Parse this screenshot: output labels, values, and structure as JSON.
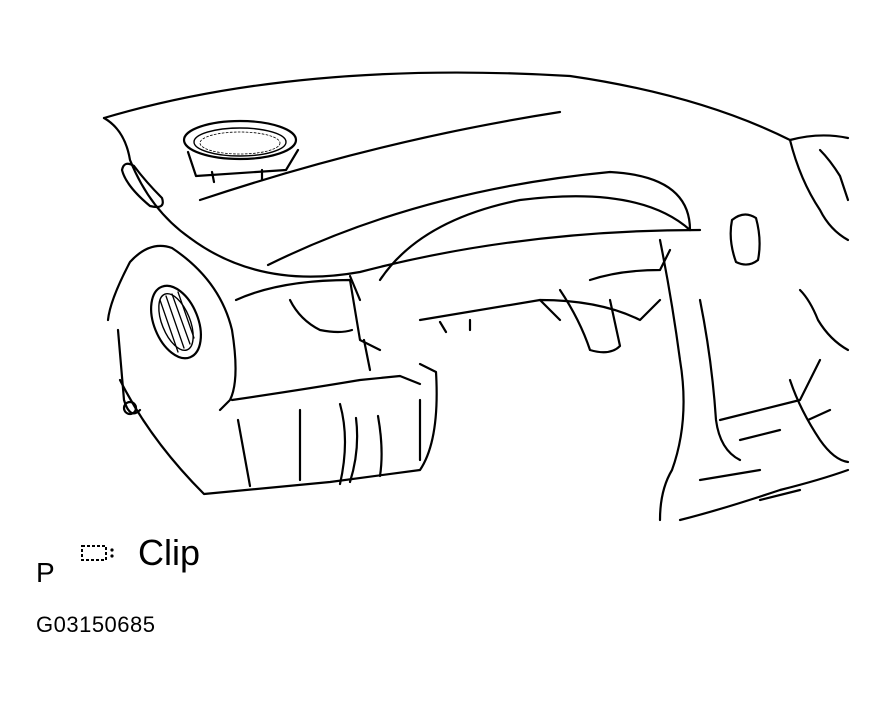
{
  "legend": {
    "marker_letter": "P",
    "clip_label": "Clip",
    "clip_icon": "dashed-clip-icon"
  },
  "figure_code": "G03150685",
  "colors": {
    "line": "#000000",
    "background": "#ffffff"
  }
}
